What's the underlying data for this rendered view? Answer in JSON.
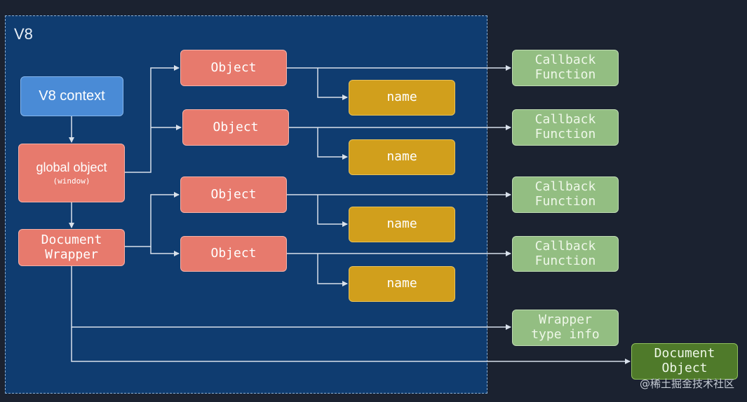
{
  "region": {
    "label": "V8"
  },
  "nodes": {
    "v8_context": "V8 context",
    "global_object": {
      "line1": "global object",
      "line2": "(window)"
    },
    "document_wrapper": {
      "line1": "Document",
      "line2": "Wrapper"
    },
    "object_1": "Object",
    "object_2": "Object",
    "object_3": "Object",
    "object_4": "Object",
    "name_1": "name",
    "name_2": "name",
    "name_3": "name",
    "name_4": "name",
    "callback_1": {
      "line1": "Callback",
      "line2": "Function"
    },
    "callback_2": {
      "line1": "Callback",
      "line2": "Function"
    },
    "callback_3": {
      "line1": "Callback",
      "line2": "Function"
    },
    "callback_4": {
      "line1": "Callback",
      "line2": "Function"
    },
    "wrapper_type_info": {
      "line1": "Wrapper",
      "line2": "type info"
    },
    "document_object": {
      "line1": "Document",
      "line2": "Object"
    }
  },
  "watermark": "@稀土掘金技术社区",
  "colors": {
    "background": "#1b2230",
    "v8_region": "#0f3c70",
    "object": "#e77a6d",
    "context": "#4a8bd6",
    "name": "#d19f1c",
    "callback": "#93be82",
    "document_object": "#4f7a2a",
    "edge": "#d8e0ea"
  }
}
